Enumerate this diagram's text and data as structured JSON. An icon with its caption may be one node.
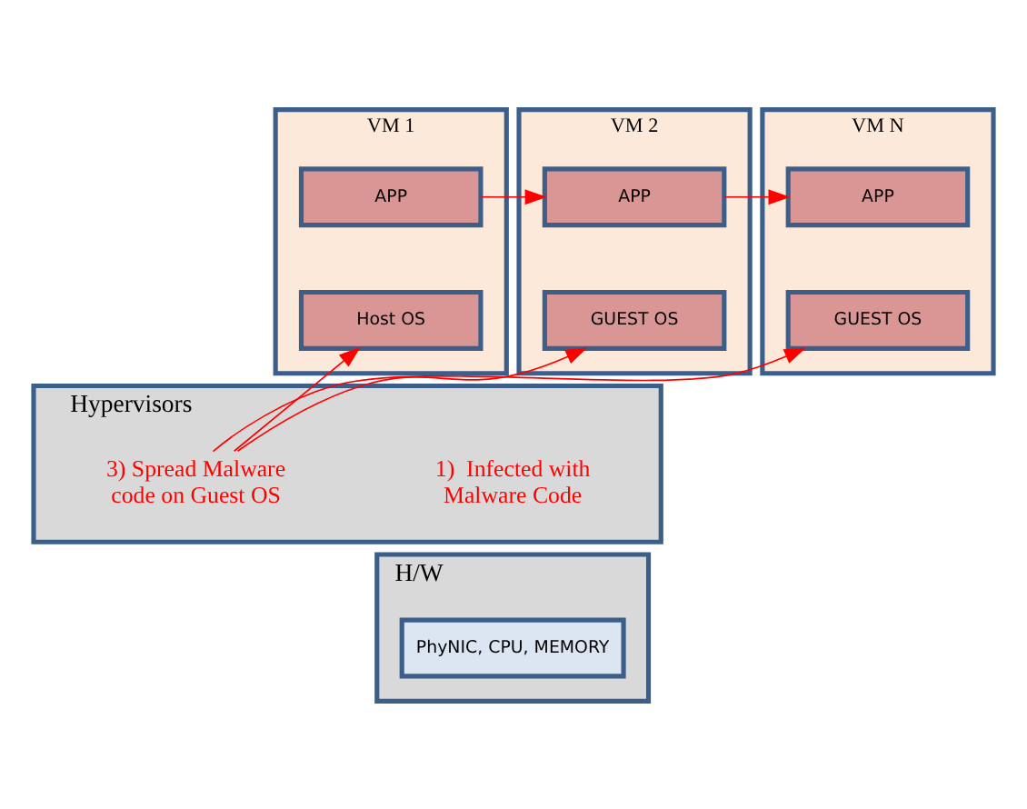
{
  "diagram": {
    "nodes": [
      {
        "text": [
          "VM 1"
        ]
      },
      {
        "text": [
          "APP"
        ],
        "in": 0
      },
      {
        "text": [
          "Host OS"
        ],
        "in": 0
      },
      {
        "text": [
          "VM 2"
        ]
      },
      {
        "text": [
          "APP"
        ],
        "in": 3
      },
      {
        "text": [
          "GUEST OS"
        ],
        "in": 3
      },
      {
        "text": [
          "VM N"
        ]
      },
      {
        "text": [
          "APP"
        ],
        "in": 6
      },
      {
        "text": [
          "GUEST OS"
        ],
        "in": 6
      },
      {
        "text": [
          "Hypervisors"
        ]
      },
      {
        "text": [
          "1)  Infected with Malware Code"
        ],
        "in": 9
      },
      {
        "text": [
          "3) Spread Malware code on Guest OS"
        ],
        "in": 9
      },
      {
        "text": [
          "H/W"
        ]
      },
      {
        "text": [
          "PhyNIC, CPU, MEMORY"
        ],
        "in": 12
      }
    ],
    "edges": [
      {
        "from": 1,
        "to": 4,
        "arrow": "to"
      },
      {
        "from": 4,
        "to": 7,
        "arrow": "to"
      },
      {
        "from": 11,
        "to": 2,
        "arrow": "to"
      },
      {
        "from": 11,
        "to": 5,
        "arrow": "to"
      },
      {
        "from": 11,
        "to": 8,
        "arrow": "to"
      }
    ]
  }
}
